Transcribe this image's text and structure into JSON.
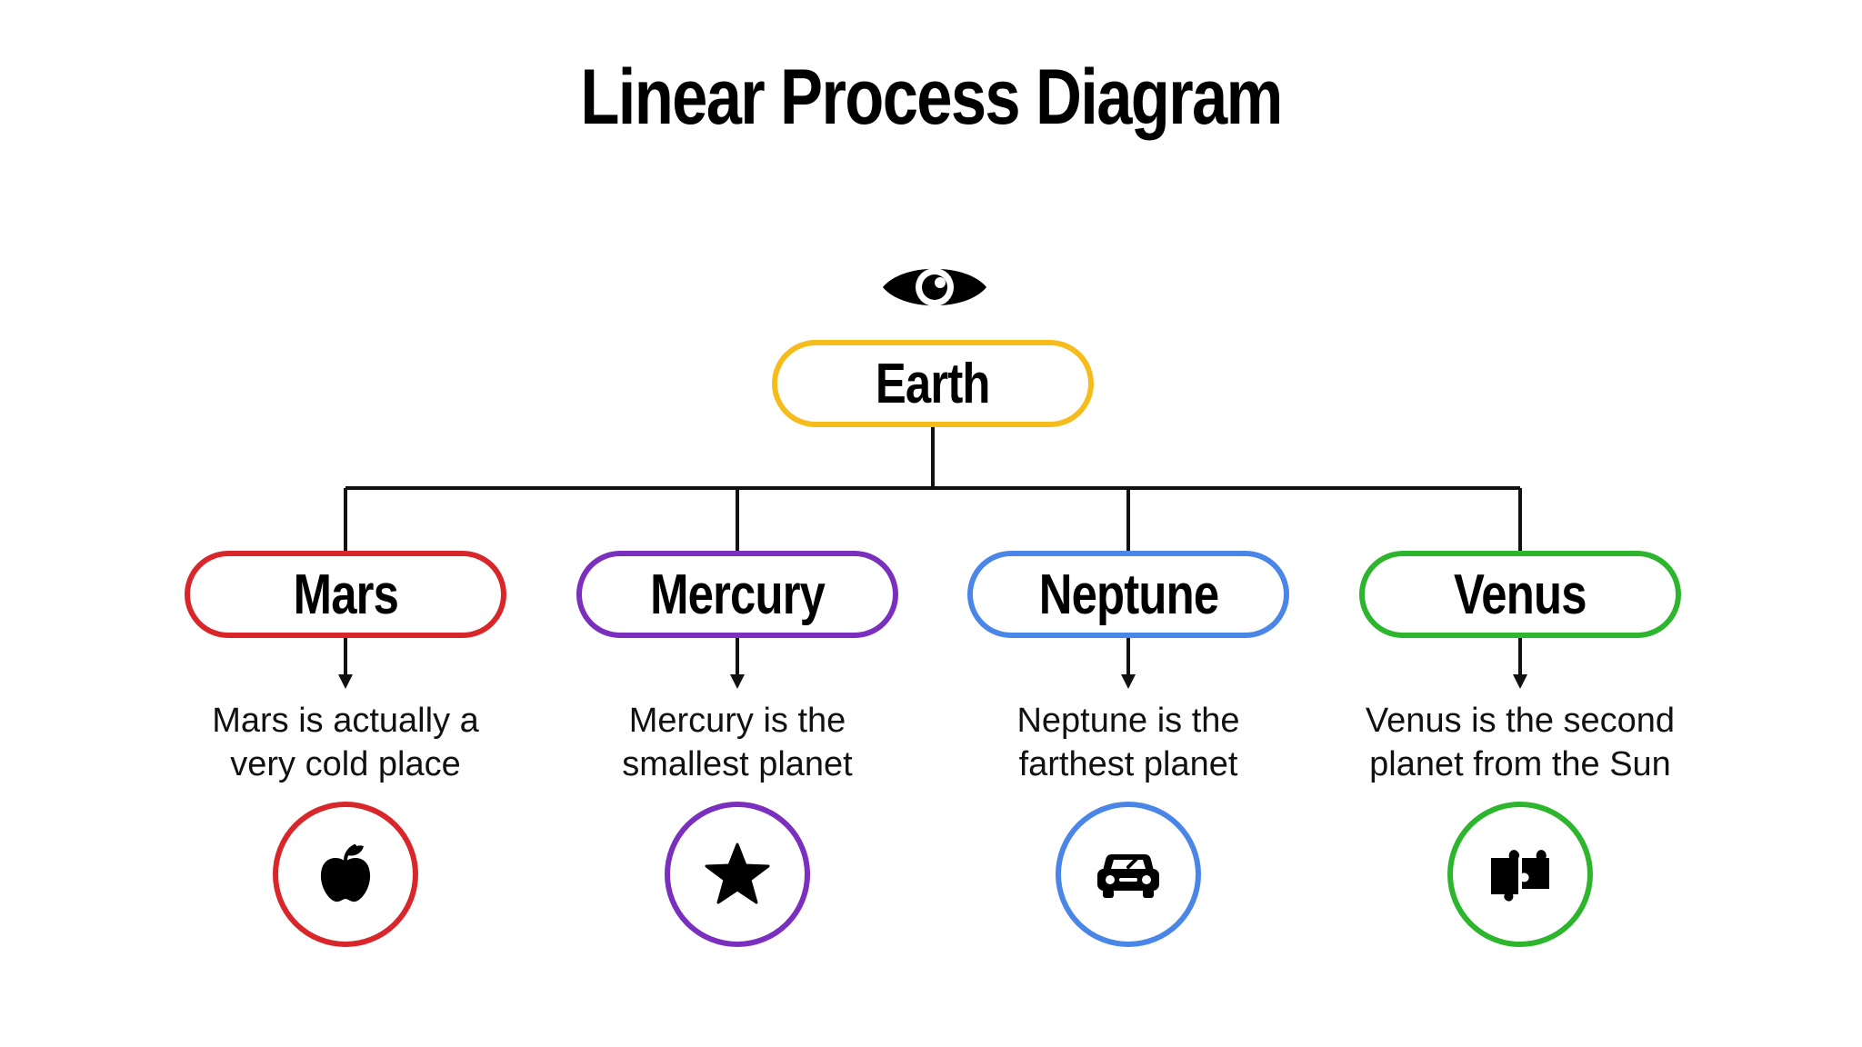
{
  "title": "Linear Process Diagram",
  "root": {
    "label": "Earth",
    "color": "#F5BC1C",
    "icon": "eye-icon"
  },
  "steps": [
    {
      "label": "Mars",
      "color": "#D9262A",
      "description_lines": [
        "Mars is actually a",
        "very cold place"
      ],
      "icon": "apple-icon"
    },
    {
      "label": "Mercury",
      "color": "#7B2FBE",
      "description_lines": [
        "Mercury is the",
        "smallest planet"
      ],
      "icon": "star-icon"
    },
    {
      "label": "Neptune",
      "color": "#4A86E8",
      "description_lines": [
        "Neptune is the",
        "farthest planet"
      ],
      "icon": "car-icon"
    },
    {
      "label": "Venus",
      "color": "#2DB52D",
      "description_lines": [
        "Venus is the second",
        "planet from the Sun"
      ],
      "icon": "puzzle-icon"
    }
  ]
}
